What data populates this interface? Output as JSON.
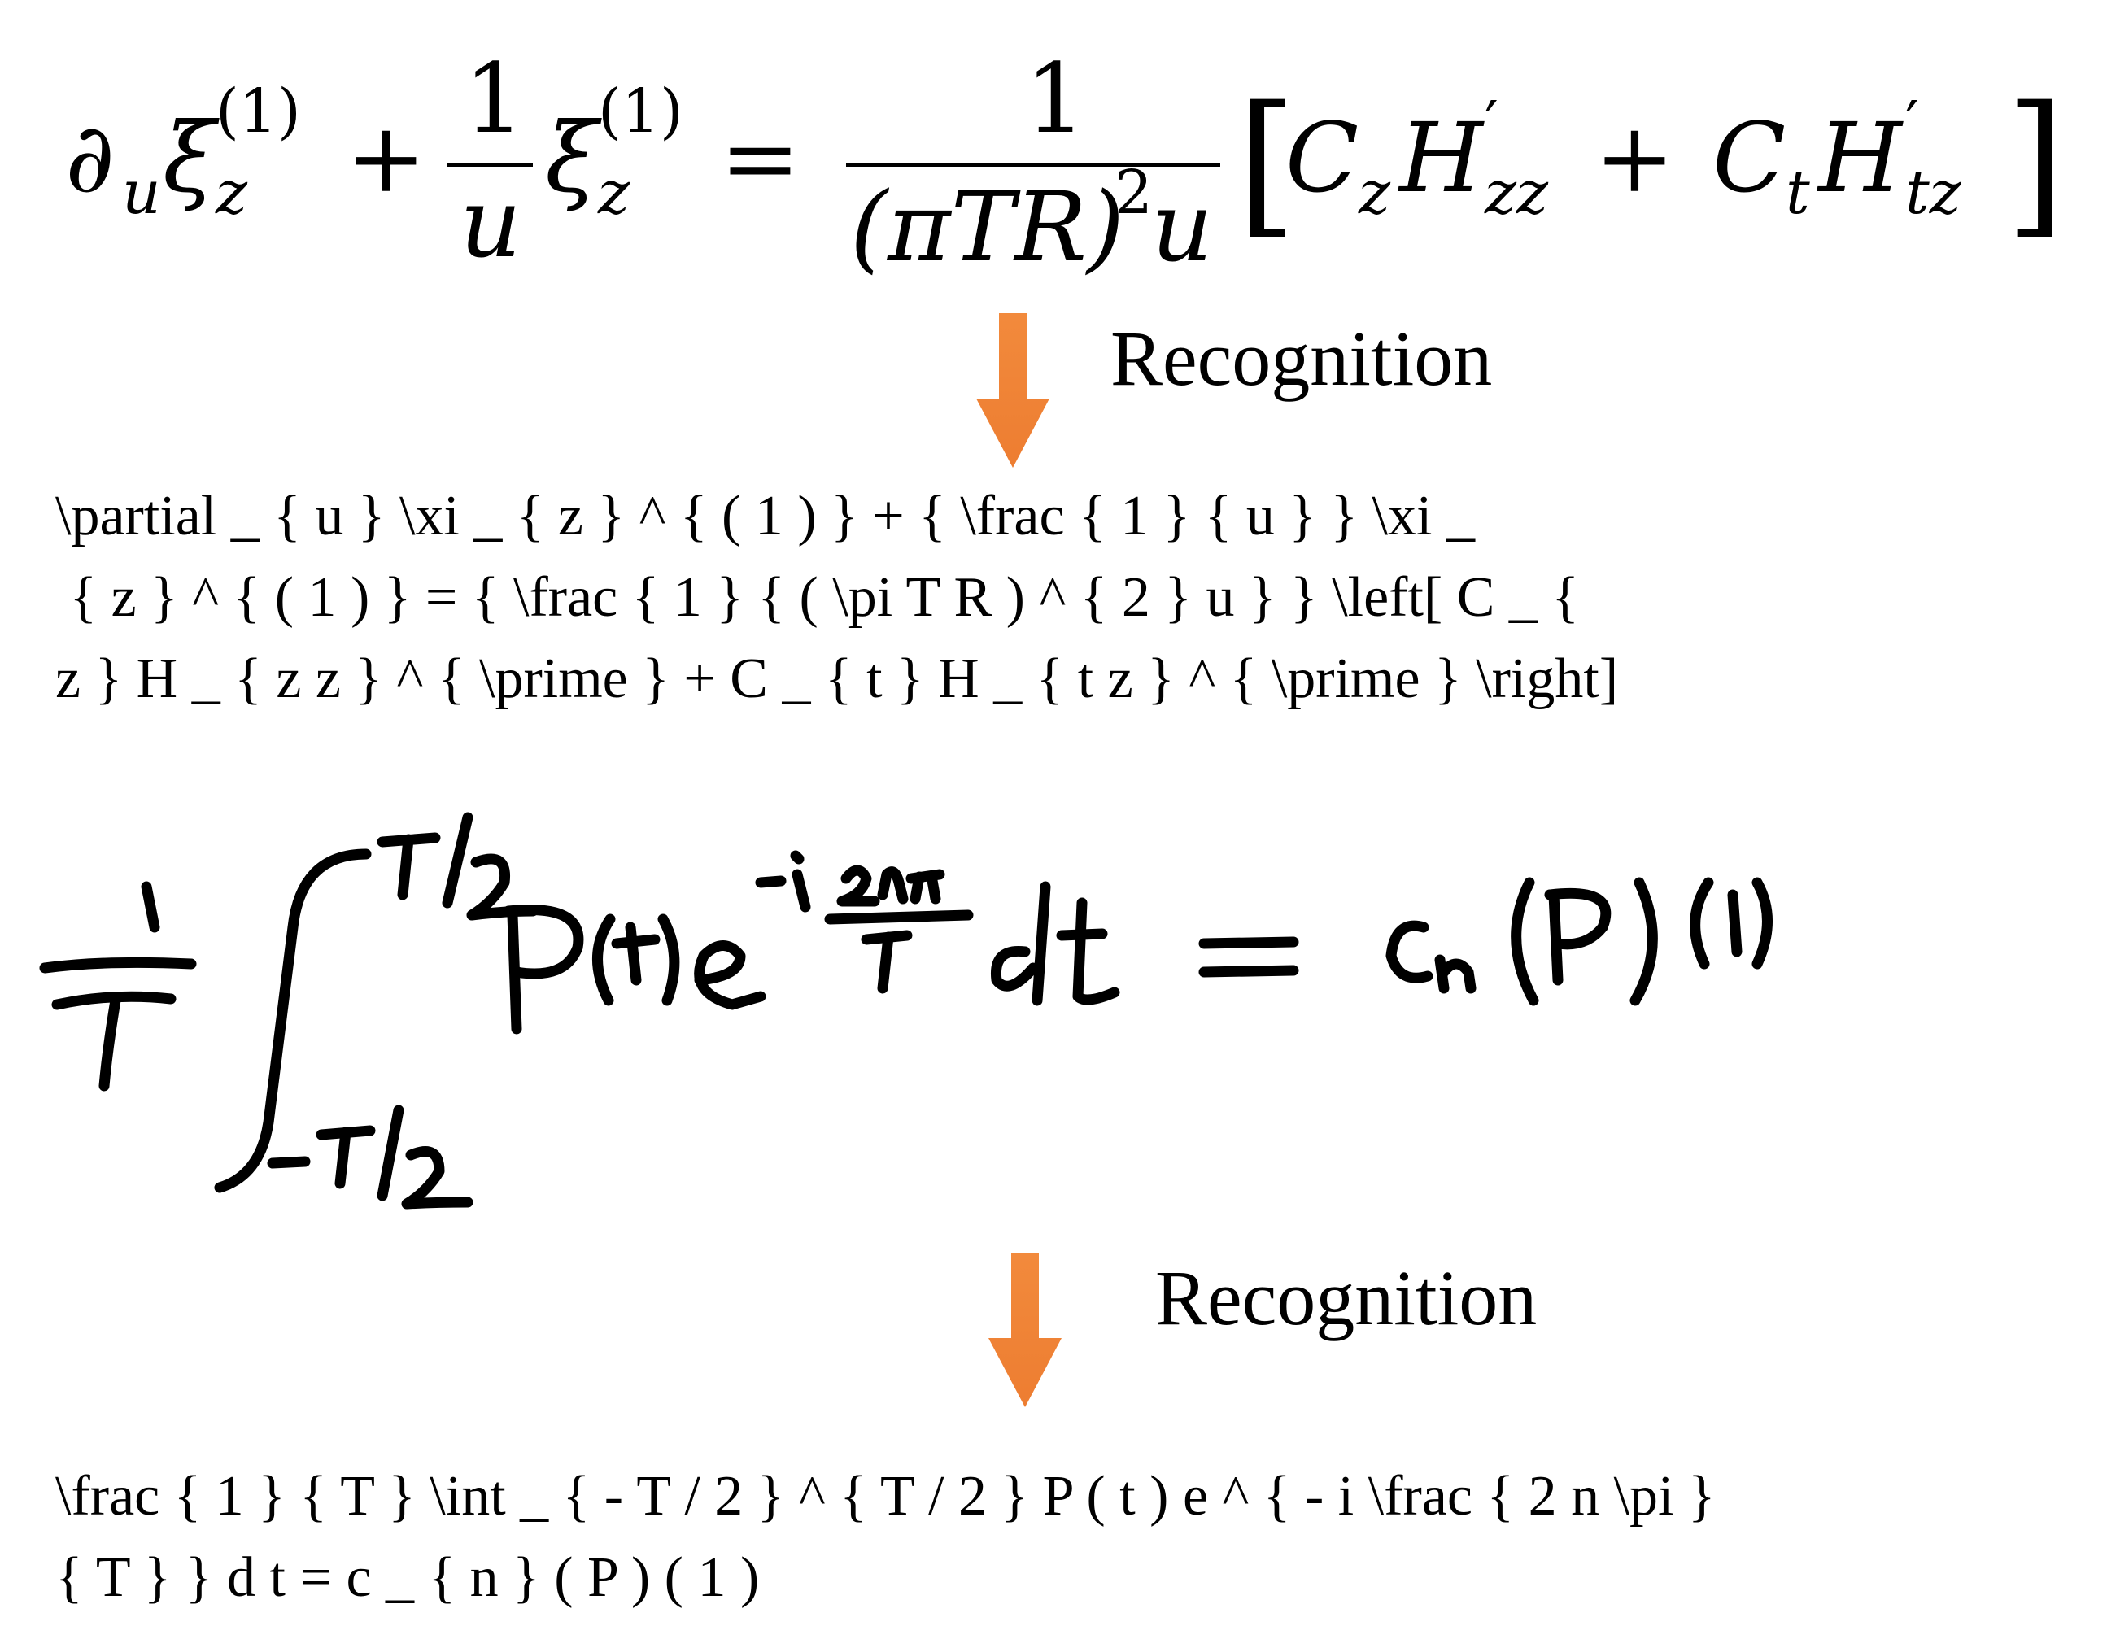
{
  "printed_formula": {
    "partial": "∂",
    "u": "u",
    "xi": "ξ",
    "z": "z",
    "sup_1": "(1)",
    "plus": "+",
    "one": "1",
    "equals": "=",
    "denominator": "(πTR)",
    "two": "2",
    "lbracket": "[",
    "rbracket": "]",
    "C": "C",
    "H": "H",
    "zz": "zz",
    "t": "t",
    "tz": "tz",
    "prime": "′"
  },
  "recognition_label": "Recognition",
  "recognized_1": [
    "\\partial _ { u } \\xi _ { z } ^ { ( 1 ) } + { \\frac { 1 } { u } } \\xi _",
    " { z } ^ { ( 1 ) } = { \\frac { 1 } { ( \\pi T R ) ^ { 2 } u } } \\left[ C _ {",
    "z } H _ { z z } ^ { \\prime } + C _ { t } H _ { t z } ^ { \\prime } \\right]"
  ],
  "recognized_2": [
    "\\frac { 1 } { T } \\int _ { - T / 2 } ^ { T / 2 } P ( t ) e ^ { - i \\frac { 2 n \\pi }",
    "{ T } } d t = c _ { n } ( P ) ( 1 )"
  ],
  "colors": {
    "arrow": "#ED7D31",
    "text": "#000000"
  }
}
